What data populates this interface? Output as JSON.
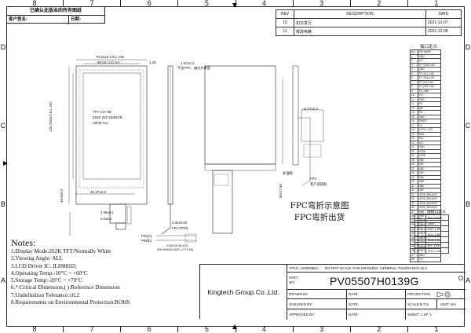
{
  "zones": {
    "columns_top": [
      "8",
      "7",
      "6",
      "5",
      "4",
      "3",
      "2",
      "1"
    ],
    "columns_bottom": [
      "8",
      "7",
      "6",
      "5",
      "4",
      "3",
      "2",
      "1"
    ],
    "rows": [
      "D",
      "C",
      "B",
      "A"
    ]
  },
  "approval_box": {
    "title": "已确认此版本的所有图纸",
    "customer_sign_label": "客户签名:",
    "date_label": "日期:"
  },
  "revision_table": {
    "headers": [
      "REV",
      "DESCRIPTION",
      "DATE"
    ],
    "rows": [
      {
        "rev": "10",
        "desc": "初次发行",
        "date": "2021-12-07"
      },
      {
        "rev": "11",
        "desc": "修改电路",
        "date": "2021-12-08"
      }
    ]
  },
  "pin_table": {
    "title": "接口定义",
    "header": [
      "NO.",
      "PIN NAME"
    ],
    "rows": [
      [
        "1",
        "GND"
      ],
      [
        "2",
        "VCI"
      ],
      [
        "3",
        "TP_VDD 2.8V"
      ],
      [
        "4",
        "GND"
      ],
      [
        "5",
        "TP_SCL 2.8V"
      ],
      [
        "6",
        "TP_SDA 2.8V"
      ],
      [
        "7",
        "TP_INT 2.8V"
      ],
      [
        "8",
        "TP_RST 2.8V"
      ],
      [
        "9",
        "TP_GND"
      ],
      [
        "10",
        "VCI"
      ],
      [
        "11",
        "GND"
      ],
      [
        "12",
        "RS"
      ],
      [
        "13",
        "WR"
      ],
      [
        "14",
        "RD"
      ],
      [
        "15",
        "GND"
      ],
      [
        "16",
        "RESET"
      ],
      [
        "17",
        "CS"
      ],
      [
        "18",
        "IOVCC 2.8V"
      ],
      [
        "19",
        "SDA"
      ],
      [
        "20",
        "SCL"
      ],
      [
        "21",
        "VCI"
      ],
      [
        "22",
        "GND"
      ],
      [
        "23",
        "LEDA"
      ],
      [
        "24",
        "LEDK"
      ],
      [
        "25",
        "DB0"
      ],
      [
        "26",
        "DB1"
      ],
      [
        "27",
        "DB2"
      ],
      [
        "28",
        "DB3"
      ],
      [
        "29",
        "DB4"
      ],
      [
        "30",
        "DB5"
      ],
      [
        "31",
        "DB6"
      ],
      [
        "32",
        "DB7"
      ],
      [
        "33",
        "LEDK_BKLIGHT"
      ],
      [
        "34",
        "LEDK_BKLIGHT"
      ],
      [
        "35",
        "LEDK_BKLIGHT"
      ],
      [
        "36",
        "LEDK_BKLIGHT"
      ],
      [
        "37",
        "DB8"
      ],
      [
        "38",
        "DB9"
      ],
      [
        "39",
        "DB10"
      ],
      [
        "40",
        "DB11"
      ],
      [
        "41",
        "DB12"
      ],
      [
        "42",
        "DB13"
      ],
      [
        "43",
        "DB14"
      ],
      [
        "44",
        "DB15"
      ],
      [
        "45",
        "DB16"
      ],
      [
        "46",
        "DB17"
      ],
      [
        "47",
        "GND"
      ],
      [
        "48",
        "VCI"
      ]
    ]
  },
  "pin_table_2": {
    "title": "焊接口定义",
    "header": [
      "No.",
      "PIN NAME"
    ],
    "rows": [
      [
        "1",
        "GND"
      ],
      [
        "2",
        "RST 1.8V"
      ],
      [
        "3",
        "SCL 1.8V"
      ],
      [
        "4",
        "SDA 1.8V"
      ],
      [
        "5",
        "INT 1.8V"
      ],
      [
        "6",
        "VCC 2.8V"
      ]
    ]
  },
  "drawing": {
    "front": {
      "dim_outline": "70.54±0.2 B.L.OD",
      "dim_aa": "68.04 LCD AA",
      "dim_top": "1.25",
      "dim_height": "125.79±0.2 B.L.OD",
      "dim_bottom": "48.8±0.2",
      "dim_fpc": "45.27±0.2",
      "dim_small1": "4.38±0.2",
      "dim_small2": "2.5±0.2",
      "label_center": "TFT 3.5\" 8D",
      "label_center2": "262K 320 240RGB",
      "label_center3": "VIEW ALL",
      "dim_fpc2": "0.30±0.05",
      "fpc_label": "FPC47PIN"
    },
    "side": {
      "dim_thick": "1.67±0.2",
      "note": "不含FPC、偏光片厚度"
    },
    "back": {
      "dim_1": "12.57±0.2",
      "label_stiff": "补强板",
      "label_fpc": "FPC",
      "label_sticker": "客户背胶贴",
      "dim_side": "MAX7.55"
    },
    "pin_callout": {
      "pin1": "PIN(A)",
      "pin47": "PIN(K)",
      "fpc_note": "0.30/0.05 BLACK",
      "fpc_note2": "(PN:ZNA4S4-50S-1.0 F2.95)"
    },
    "fold_caption_1": "FPC弯折示意图",
    "fold_caption_2": "FPC弯折出货"
  },
  "notes": {
    "title": "Notes:",
    "items": [
      "1.Display Mode:262K TFT/Normally White",
      "2.Viewing Angle: ALL",
      "3.LCD Driver IC: ILI9881D;",
      "4.Operating Temp:-10°C ~ +60°C",
      "5.Storage Temp:-20°C ~ +70°C",
      "6.*:Critical Dimension,( ):Reference Dimension",
      "7.Undefinition Tolerance:±0.2",
      "8.Requirements on Environmental Protection:ROHS"
    ]
  },
  "title_block": {
    "company": "Kingtech Group Co.,Ltd.",
    "title_label": "TITLE:",
    "title_value": "ASSEMBLY",
    "note": "DO NOT SCALE THIS DRAWING. GENERAL TOLERANCE:±0.2",
    "part_label": "PART NO:",
    "part_no": "PV05507H0139G",
    "drawn_label": "DRAWN BY:",
    "checked_label": "CHECKED BY:",
    "approved_label": "APPROVED BY:",
    "date_label": "DATE:",
    "projection_label": "PROJECTION",
    "scale_label": "SCALE:N.T.S",
    "unit_label": "UNIT: mm",
    "sheet_label": "SHEET: 1 OF 1"
  }
}
